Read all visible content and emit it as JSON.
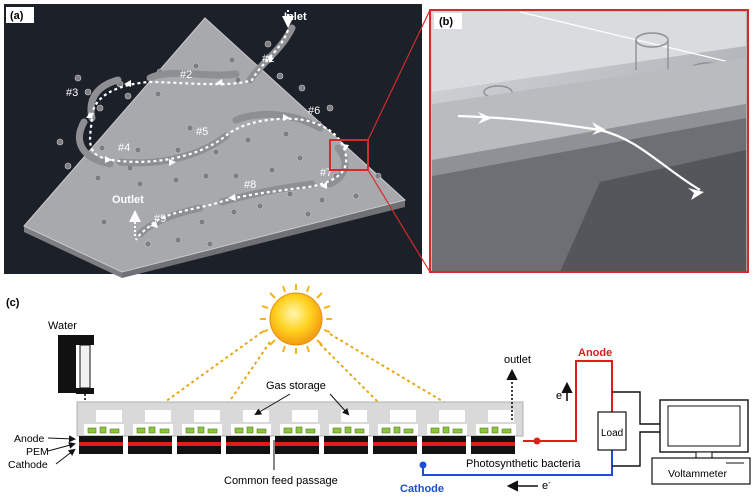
{
  "panels": {
    "a": {
      "tag": "(a)",
      "inlet": "Inlet",
      "outlet": "Outlet",
      "chambers": [
        "#1",
        "#2",
        "#3",
        "#4",
        "#5",
        "#6",
        "#7",
        "#8",
        "#9"
      ]
    },
    "b": {
      "tag": "(b)"
    },
    "c": {
      "tag": "(c)",
      "water": "Water",
      "anode_layer": "Anode",
      "pem_layer": "PEM",
      "cathode_layer": "Cathode",
      "gas_storage": "Gas storage",
      "common_feed": "Common feed passage",
      "outlet": "outlet",
      "bacteria": "Photosynthetic bacteria",
      "anode_wire": "Anode",
      "cathode_wire": "Cathode",
      "load": "Load",
      "voltammeter": "Voltammeter",
      "electron_up": "e",
      "electron_left": "e",
      "electron_sup": "-"
    }
  },
  "colors": {
    "panel_a_bg": "#1c2029",
    "chip": "#a7a9ad",
    "frame_red": "#d42a2a",
    "anode_wire": "#e21b1b",
    "cathode_wire": "#1c4fd6",
    "sun": "#f6b31a",
    "ray": "#e8a714",
    "bacteria": "#8cc63f"
  }
}
